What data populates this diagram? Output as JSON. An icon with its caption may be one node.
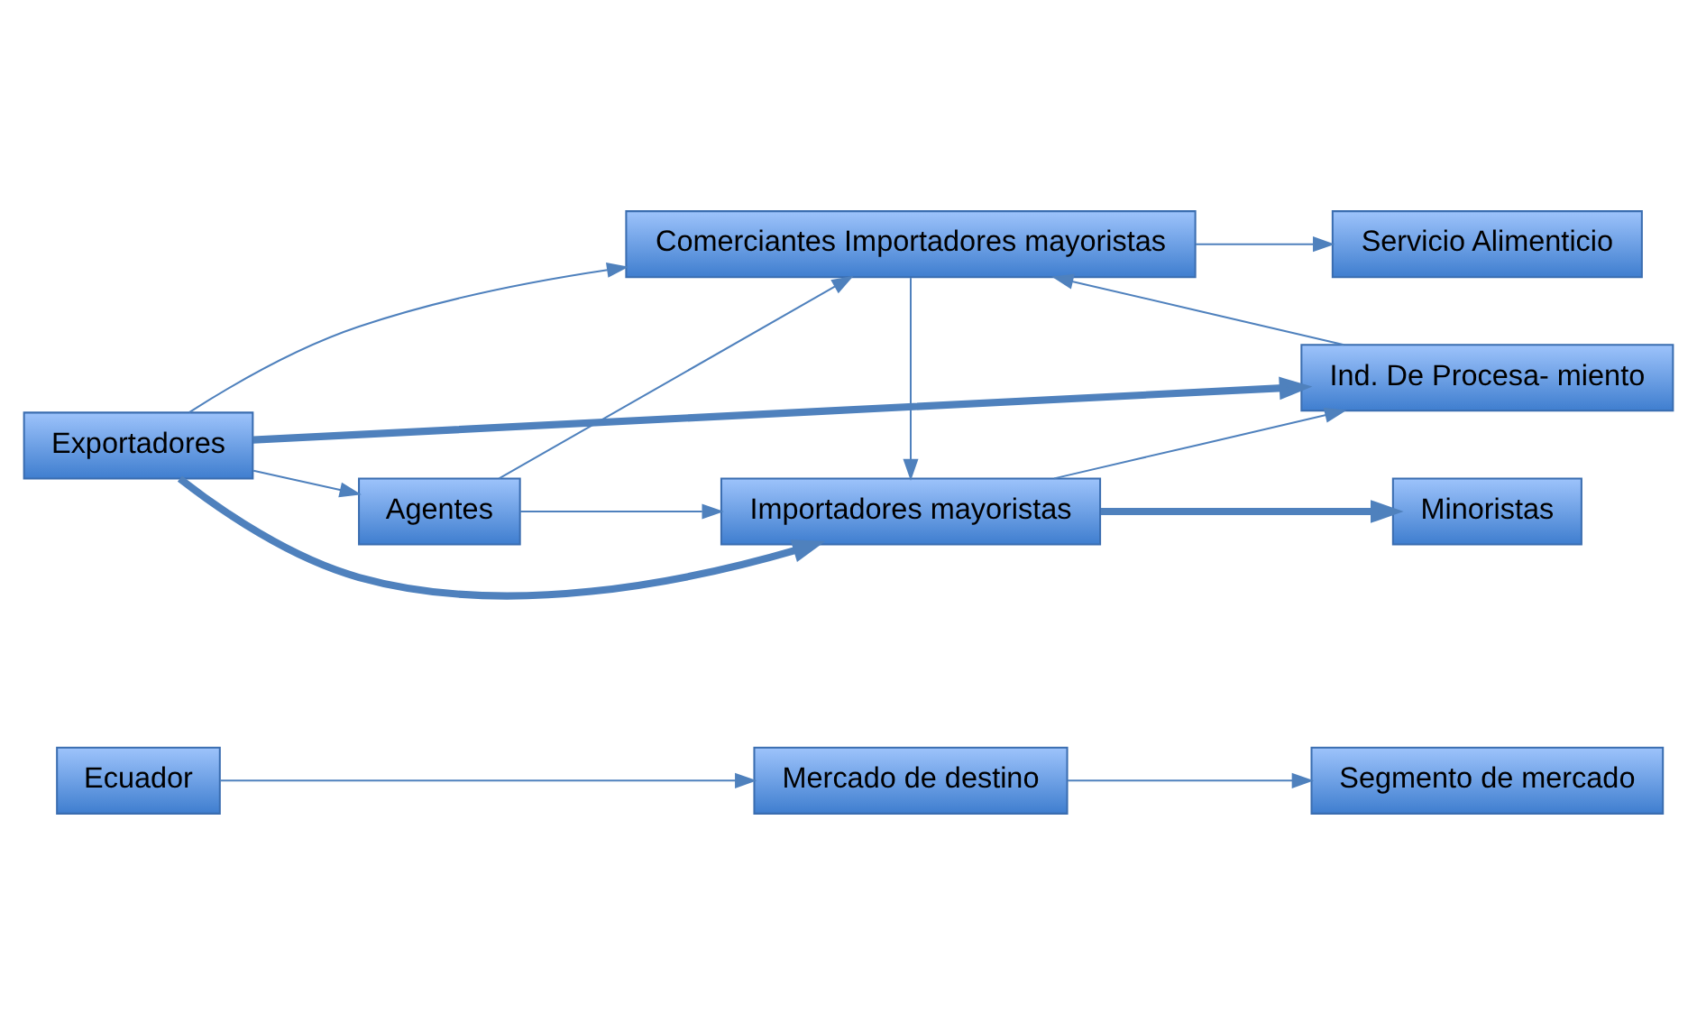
{
  "diagram": {
    "nodes": [
      {
        "text": [
          "Ecuador"
        ]
      },
      {
        "text": [
          "Mercado de destino"
        ]
      },
      {
        "text": [
          "Segmento de mercado"
        ]
      },
      {
        "text": [
          "Importadores mayoristas"
        ]
      },
      {
        "text": [
          "Minoristas"
        ]
      },
      {
        "text": [
          "Exportadores"
        ]
      },
      {
        "text": [
          "Agentes"
        ]
      },
      {
        "text": [
          "Ind. De Procesa- miento"
        ]
      },
      {
        "text": [
          "Servicio Alimenticio"
        ]
      },
      {
        "text": [
          "Comerciantes Importadores mayoristas"
        ]
      }
    ],
    "edges": [
      {
        "from": 0,
        "to": 1,
        "arrow": "to"
      },
      {
        "from": 1,
        "to": 2,
        "arrow": "to"
      },
      {
        "from": 5,
        "to": 3,
        "arrow": "to",
        "style": "thick"
      },
      {
        "from": 3,
        "to": 4,
        "arrow": "to",
        "style": "thick"
      },
      {
        "from": 3,
        "to": 7,
        "arrow": "to"
      },
      {
        "from": 5,
        "to": 6,
        "arrow": "to"
      },
      {
        "from": 6,
        "to": 3,
        "arrow": "to"
      },
      {
        "from": 6,
        "to": 9,
        "arrow": "to"
      },
      {
        "from": 5,
        "to": 7,
        "arrow": "to",
        "style": "thick"
      },
      {
        "from": 5,
        "to": 9,
        "arrow": "to"
      },
      {
        "from": 9,
        "to": 3,
        "arrow": "to"
      },
      {
        "from": 7,
        "to": 9,
        "arrow": "to"
      },
      {
        "from": 9,
        "to": 8,
        "arrow": "to"
      }
    ]
  }
}
